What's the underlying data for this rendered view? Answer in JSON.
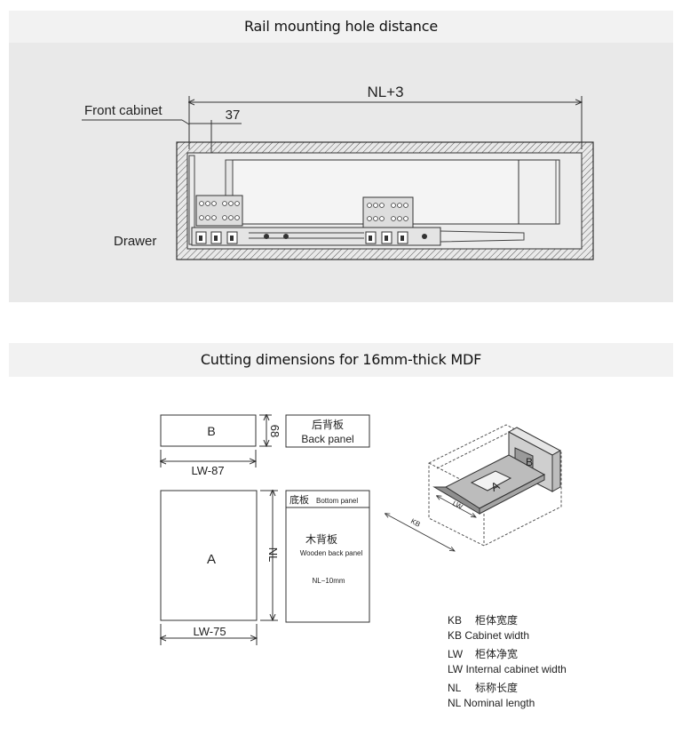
{
  "section1": {
    "title": "Rail mounting hole distance",
    "label_nl3": "NL+3",
    "label_37": "37",
    "label_front": "Front cabinet",
    "label_drawer": "Drawer"
  },
  "section2": {
    "title": "Cutting dimensions for 16mm-thick MDF",
    "box_b": "B",
    "dim_68": "68",
    "dim_lw87": "LW-87",
    "back_cn": "后背板",
    "back_en": "Back panel",
    "box_a": "A",
    "dim_nl": "NL",
    "dim_lw75": "LW-75",
    "bottom_cn": "底板",
    "bottom_en": "Bottom panel",
    "wood_cn": "木背板",
    "wood_en": "Wooden back panel",
    "wood_dim": "NL−10mm",
    "iso_a": "A",
    "iso_b": "B",
    "iso_lw": "LW",
    "iso_kb": "KB"
  },
  "legend": [
    {
      "code": "KB",
      "cn": "柜体宽度",
      "en": "KB Cabinet width"
    },
    {
      "code": "LW",
      "cn": "柜体净宽",
      "en": "LW Internal cabinet width"
    },
    {
      "code": "NL",
      "cn": "标称长度",
      "en": "NL Nominal length"
    }
  ]
}
